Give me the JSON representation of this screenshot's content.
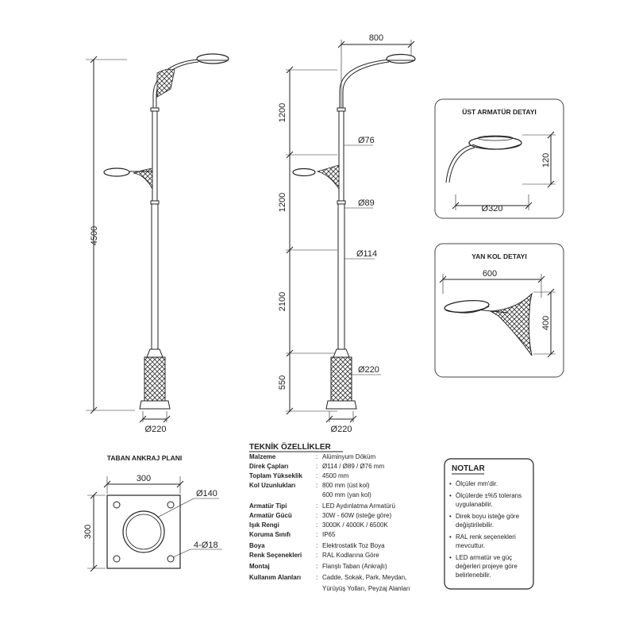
{
  "left_drawing": {
    "height_label": "4500",
    "base_label": "Ø220"
  },
  "right_drawing": {
    "arm_width_label": "800",
    "segment_labels": [
      "1200",
      "1200",
      "2100",
      "550"
    ],
    "diameter_labels": [
      "Ø76",
      "Ø89",
      "Ø114",
      "Ø220"
    ],
    "base_label": "Ø220"
  },
  "top_detail": {
    "title": "ÜST ARMATÜR DETAYI",
    "height_label": "120",
    "width_label": "Ø320"
  },
  "side_detail": {
    "title": "YAN KOL DETAYI",
    "width_label": "600",
    "height_label": "400"
  },
  "base_plan": {
    "title": "TABAN ANKRAJ PLANI",
    "width_label": "300",
    "height_label": "300",
    "hole_label": "Ø140",
    "bolt_label": "4-Ø18"
  },
  "specs": {
    "title": "TEKNİK ÖZELLİKLER",
    "rows": [
      {
        "label": "Malzeme",
        "sep": ":",
        "value": "Alüminyum Döküm"
      },
      {
        "label": "Direk Çapları",
        "sep": ":",
        "value": "Ø114 / Ø89 / Ø76 mm"
      },
      {
        "label": "Toplam Yükseklik",
        "sep": ":",
        "value": "4500 mm"
      },
      {
        "label": "Kol Uzunlukları",
        "sep": ":",
        "value": "800 mm (üst kol)"
      },
      {
        "label": "",
        "sep": "",
        "value": "600 mm (yan kol)"
      },
      {
        "label": "Armatür Tipi",
        "sep": ":",
        "value": "LED Aydınlatma Armatürü"
      },
      {
        "label": "Armatür Gücü",
        "sep": ":",
        "value": "30W - 60W (isteğe göre)"
      },
      {
        "label": "Işık Rengi",
        "sep": ":",
        "value": "3000K / 4000K / 6500K"
      },
      {
        "label": "Koruma Sınıfı",
        "sep": ":",
        "value": "IP65"
      },
      {
        "label": "Boya",
        "sep": ":",
        "value": "Elektrostatik Toz Boya"
      },
      {
        "label": "Renk Seçenekleri",
        "sep": ":",
        "value": "RAL Kodlarına Göre"
      },
      {
        "label": "Montaj",
        "sep": ":",
        "value": "Flanşlı Taban (Ankrajlı)"
      },
      {
        "label": "Kullanım Alanları",
        "sep": ":",
        "value": "Cadde, Sokak, Park, Meydan,"
      },
      {
        "label": "",
        "sep": "",
        "value": "Yürüyüş Yolları, Peyzaj Alanları"
      }
    ]
  },
  "notes": {
    "title": "NOTLAR",
    "items": [
      [
        "Ölçüler mm'dir."
      ],
      [
        "Ölçülerde ±%5 tolerans",
        "uygulanabilir."
      ],
      [
        "Direk boyu isteğe göre",
        "değiştirilebilir."
      ],
      [
        "RAL renk seçenekleri",
        "mevcuttur."
      ],
      [
        "LED armatür ve güç",
        "değerleri projeye göre",
        "belirlenebilir."
      ]
    ]
  }
}
